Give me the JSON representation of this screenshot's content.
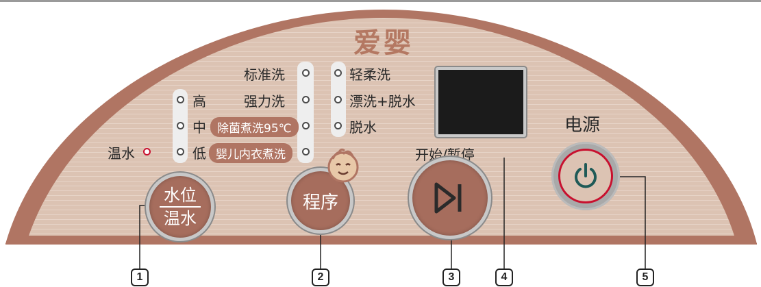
{
  "brand": "爱婴",
  "water": {
    "label": "温水",
    "levels": [
      "高",
      "中",
      "低"
    ]
  },
  "programs": {
    "left": [
      "标准洗",
      "强力洗",
      "除菌煮洗95℃",
      "婴儿内衣煮洗"
    ],
    "right": [
      "轻柔洗",
      "漂洗+脱水",
      "脱水"
    ]
  },
  "buttons": {
    "water_top": "水位",
    "water_bottom": "温水",
    "program": "程序",
    "start_pause": "开始/暂停",
    "power": "电源"
  },
  "icons": {
    "start_pause": "play-pause-icon",
    "power": "power-icon",
    "baby_face": "baby-face-icon"
  },
  "callouts": [
    "1",
    "2",
    "3",
    "4",
    "5"
  ],
  "colors": {
    "panel": "#dcc3b3",
    "panel_border": "#b07563",
    "button": "#a66d5d",
    "indicator_red": "#c8102e",
    "display": "#1b1b1b"
  }
}
